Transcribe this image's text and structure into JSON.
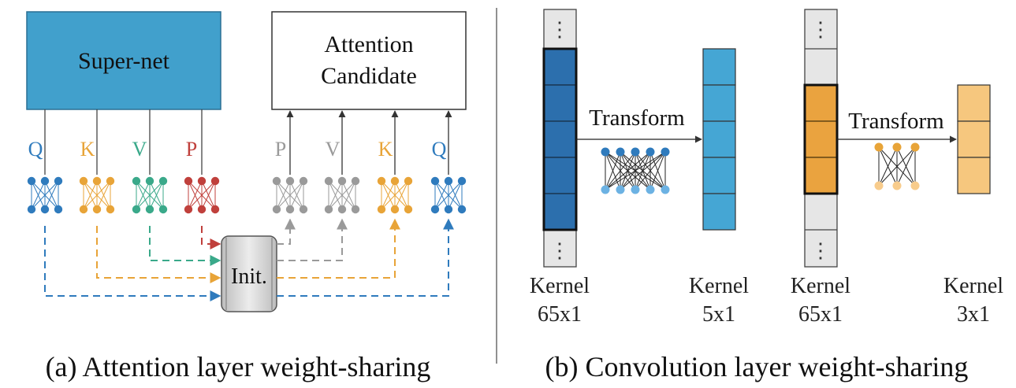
{
  "colors": {
    "blue": "#2f7bbd",
    "orange": "#e8a438",
    "green": "#3aa98a",
    "red": "#c0403c",
    "gray": "#9a9a9a",
    "supernet_fill": "#41a0cc",
    "kernel_dark_blue": "#2c6fad",
    "kernel_light_blue": "#45a6d4",
    "kernel_orange": "#eaa33f",
    "kernel_light_orange": "#f6c77e",
    "kernel_gray": "#e6e6e6",
    "node_light_blue": "#6cb2e3",
    "node_light_orange": "#f8cc8c"
  },
  "panel_a": {
    "supernet_label": "Super-net",
    "candidate_label_line1": "Attention",
    "candidate_label_line2": "Candidate",
    "left_letters": [
      "Q",
      "K",
      "V",
      "P"
    ],
    "right_letters": [
      "P",
      "V",
      "K",
      "Q"
    ],
    "init_label": "Init.",
    "caption": "(a) Attention layer  weight-sharing"
  },
  "panel_b": {
    "transform_label": "Transform",
    "dots": "⋮",
    "kernel1_label_line1": "Kernel",
    "kernel1_label_line2": "65x1",
    "kernel2_label_line1": "Kernel",
    "kernel2_label_line2": "5x1",
    "kernel3_label_line1": "Kernel",
    "kernel3_label_line2": "65x1",
    "kernel4_label_line1": "Kernel",
    "kernel4_label_line2": "3x1",
    "caption": "(b) Convolution layer  weight-sharing"
  }
}
